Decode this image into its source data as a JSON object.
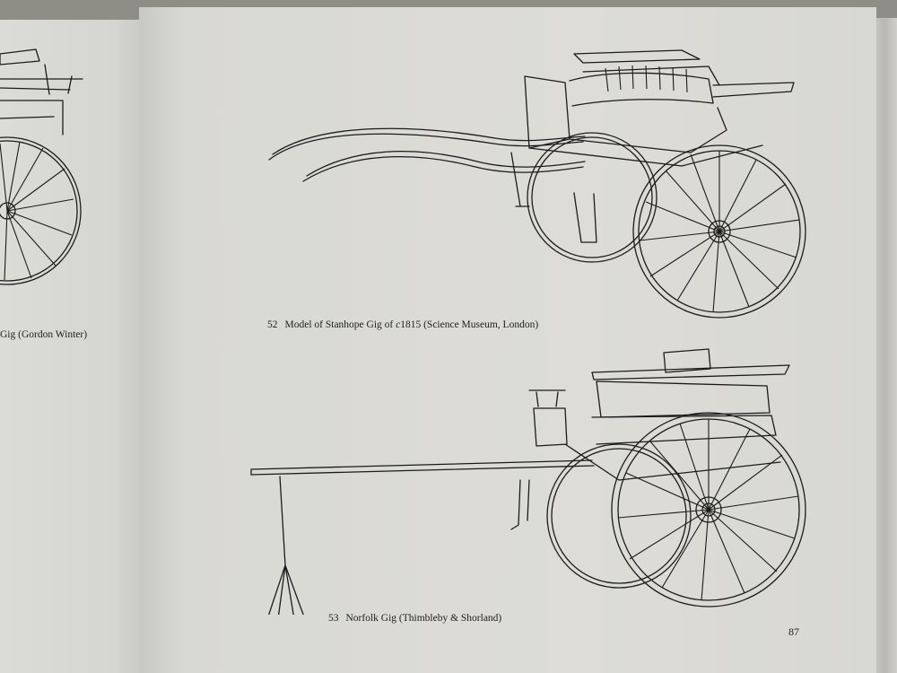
{
  "captions": {
    "left_fragment": "Gig (Gordon Winter)",
    "fig52": {
      "number": "52",
      "text_before": "Model of Stanhope Gig of ",
      "text_italic": "c",
      "text_after": "1815 (Science Museum, London)"
    },
    "fig53": {
      "number": "53",
      "text": "Norfolk Gig (Thimbleby & Shorland)"
    }
  },
  "page_number": "87"
}
